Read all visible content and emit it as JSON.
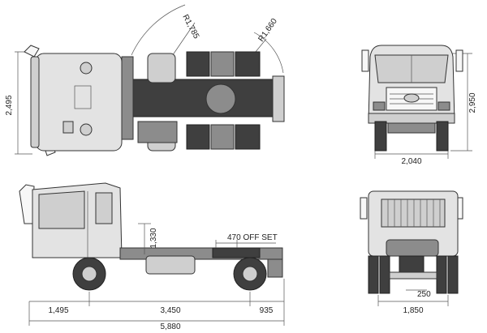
{
  "top_view": {
    "width_dim": "2,495",
    "turn_radius_front": "R1,785",
    "turn_radius_rear": "R1,660"
  },
  "front_view": {
    "height_dim": "2,950",
    "width_dim": "2,040"
  },
  "side_view": {
    "frame_height": "1,330",
    "offset_label": "470 OFF SET",
    "front_overhang": "1,495",
    "wheelbase": "3,450",
    "rear_overhang": "935",
    "overall_length": "5,880"
  },
  "rear_view": {
    "hitch_dim": "250",
    "track_dim": "1,850"
  }
}
